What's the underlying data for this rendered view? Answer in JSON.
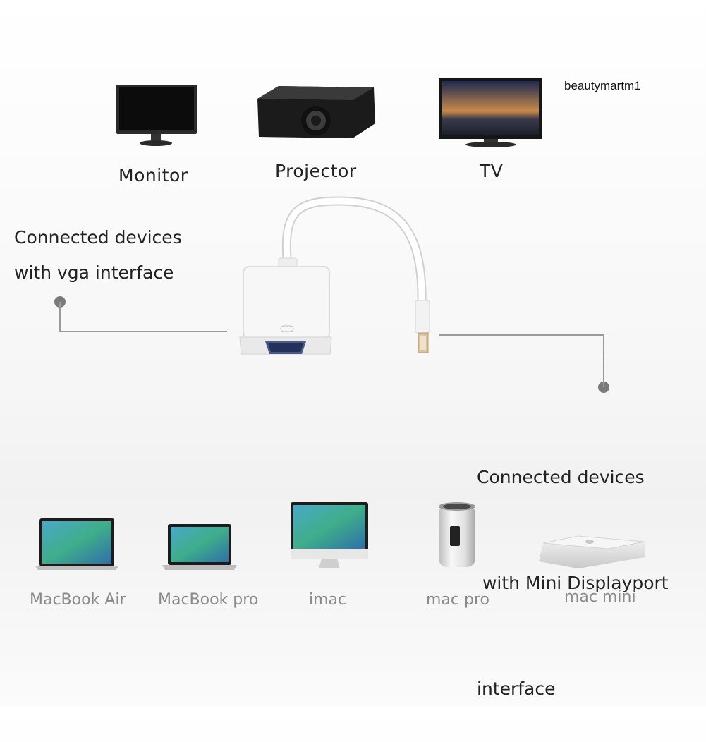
{
  "watermark": "beautymartm1",
  "top_devices": [
    {
      "label": "Monitor",
      "icon": "monitor-icon"
    },
    {
      "label": "Projector",
      "icon": "projector-icon"
    },
    {
      "label": "TV",
      "icon": "tv-icon"
    }
  ],
  "vga_text": {
    "line1": "Connected devices",
    "line2": "with vga interface"
  },
  "mdp_text": {
    "line1": "Connected devices",
    "line2": " with Mini Displayport",
    "line3": "interface"
  },
  "mac_devices": [
    {
      "label": "MacBook Air",
      "icon": "macbook-air-icon"
    },
    {
      "label": "MacBook pro",
      "icon": "macbook-pro-icon"
    },
    {
      "label": "imac",
      "icon": "imac-icon"
    },
    {
      "label": "mac pro",
      "icon": "mac-pro-icon"
    },
    {
      "label": "mac mini",
      "icon": "mac-mini-icon"
    }
  ]
}
